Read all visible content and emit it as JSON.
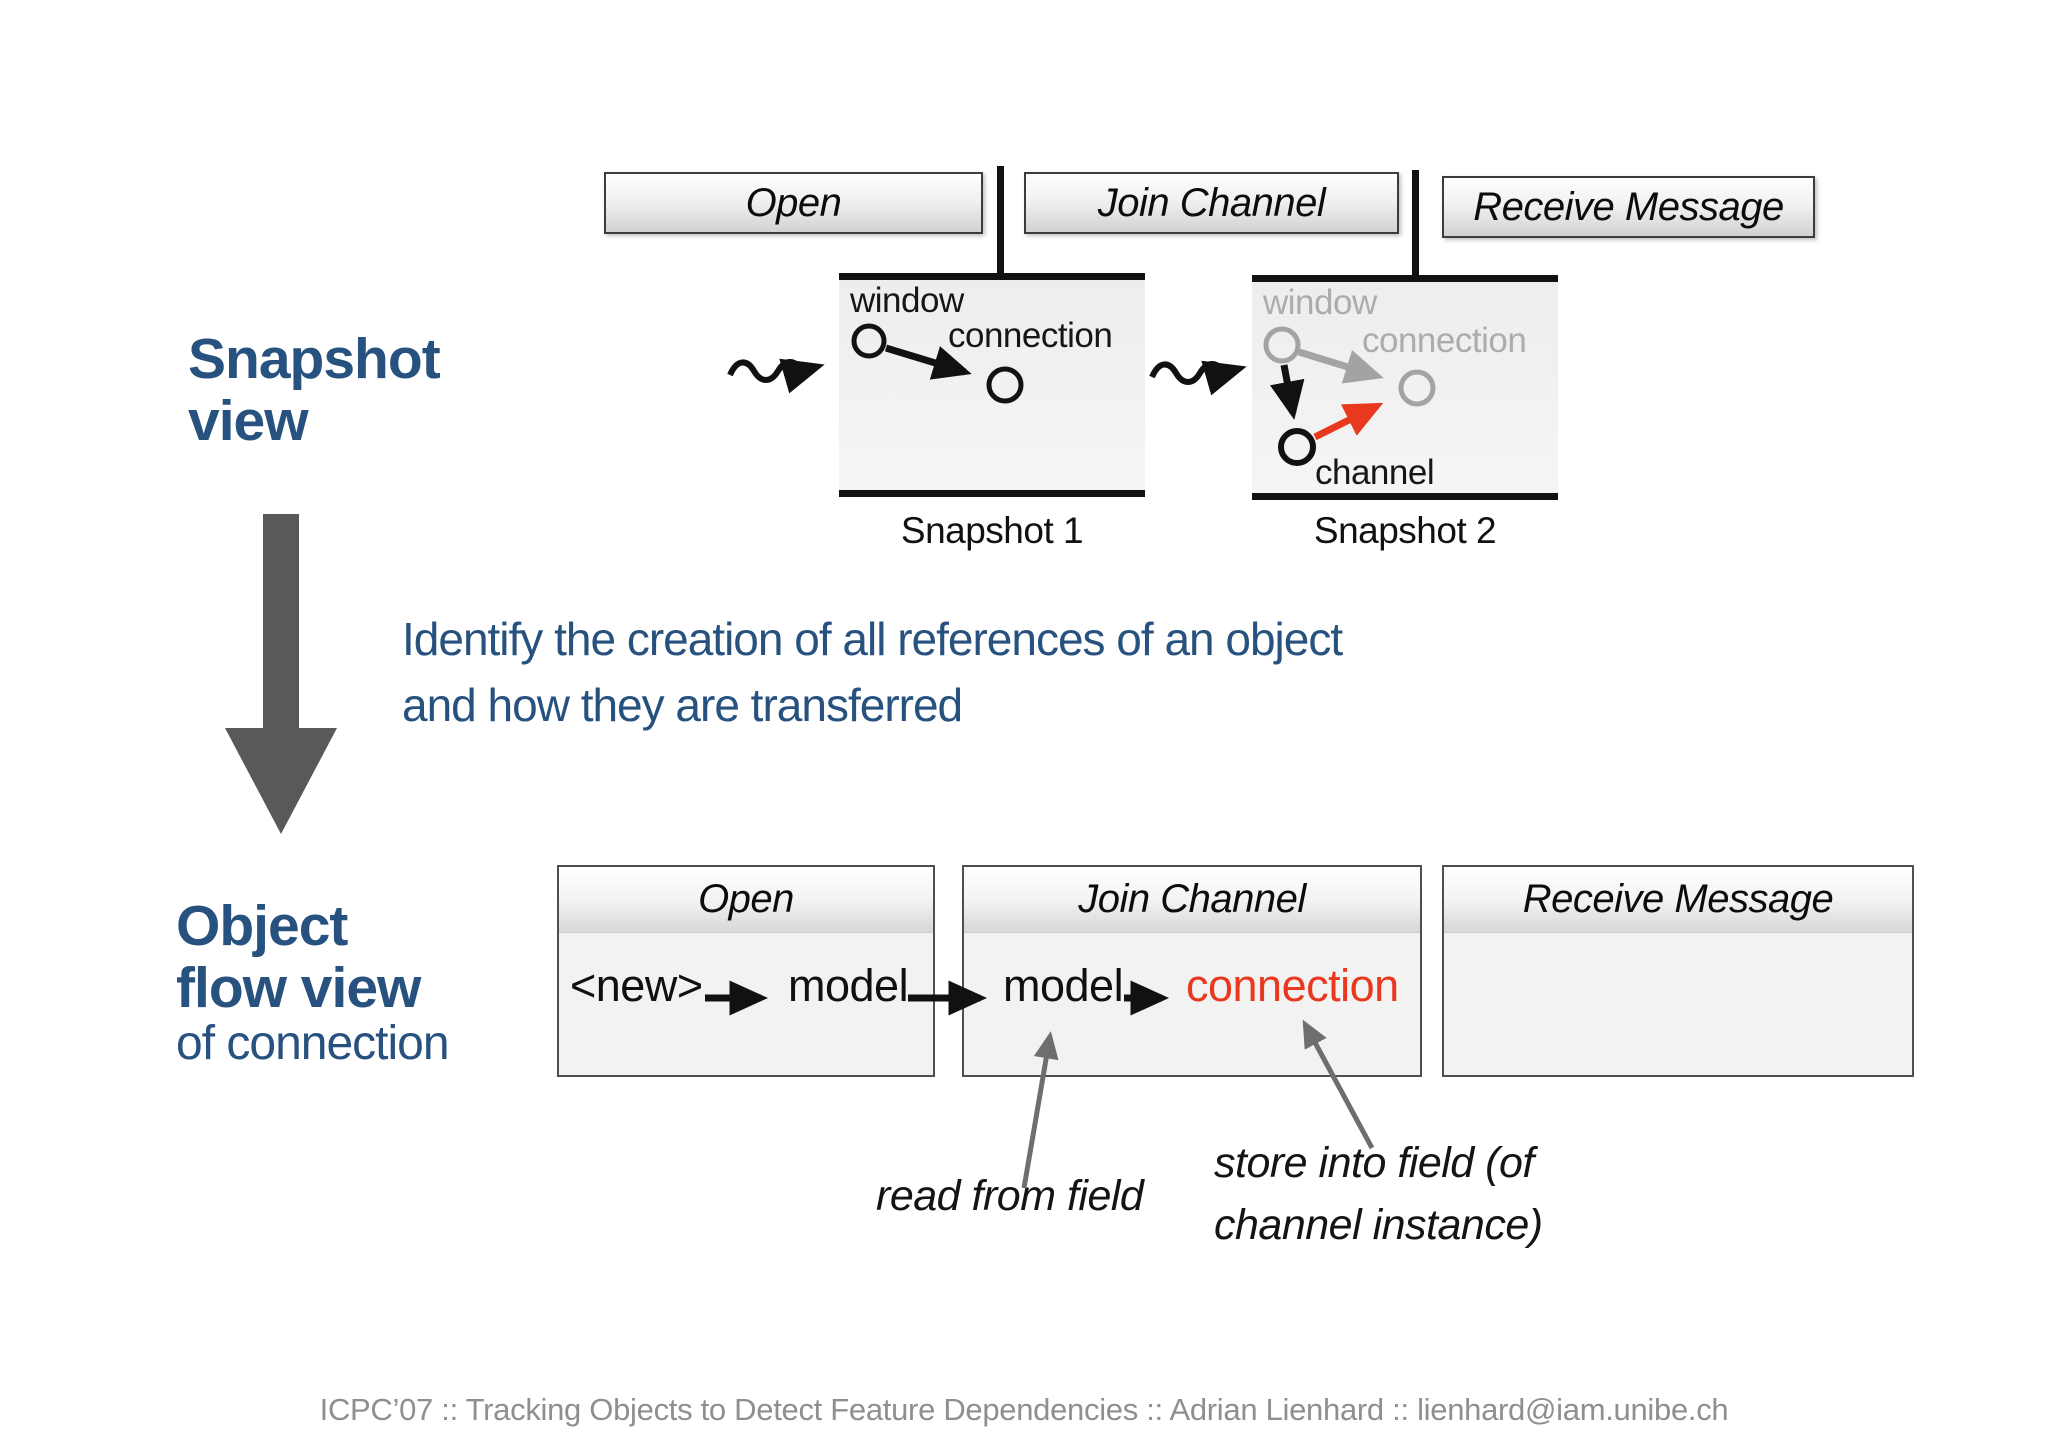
{
  "slide": {
    "timeline_tabs": [
      {
        "label": "Open"
      },
      {
        "label": "Join Channel"
      },
      {
        "label": "Receive Message"
      }
    ],
    "snapshot_view": {
      "heading_line1": "Snapshot",
      "heading_line2": "view"
    },
    "snapshot1": {
      "caption": "Snapshot 1",
      "window_label": "window",
      "connection_label": "connection"
    },
    "snapshot2": {
      "caption": "Snapshot 2",
      "window_label": "window",
      "connection_label": "connection",
      "channel_label": "channel"
    },
    "transition_text": {
      "line1": "Identify the creation of all references of an object",
      "line2": "and how they are transferred"
    },
    "object_flow_view": {
      "heading_line1": "Object",
      "heading_line2": "flow view",
      "subheading": "of connection"
    },
    "flow_boxes": [
      {
        "title": "Open"
      },
      {
        "title": "Join Channel"
      },
      {
        "title": "Receive Message"
      }
    ],
    "flow_tokens": {
      "new_token": "<new>",
      "model_open": "model",
      "model_join": "model",
      "connection": "connection"
    },
    "annotations": {
      "read_from_field": "read from field",
      "store_line1": "store into field (of",
      "store_line2": "channel instance)"
    },
    "footer": "ICPC’07 :: Tracking Objects to Detect Feature Dependencies :: Adrian Lienhard :: lienhard@iam.unibe.ch",
    "colors": {
      "accent_blue": "#27517E",
      "highlight_red": "#E8381E",
      "big_arrow_gray": "#595959",
      "faded_node_gray": "#A3A3A3",
      "footer_gray": "#8F8F8F"
    }
  }
}
